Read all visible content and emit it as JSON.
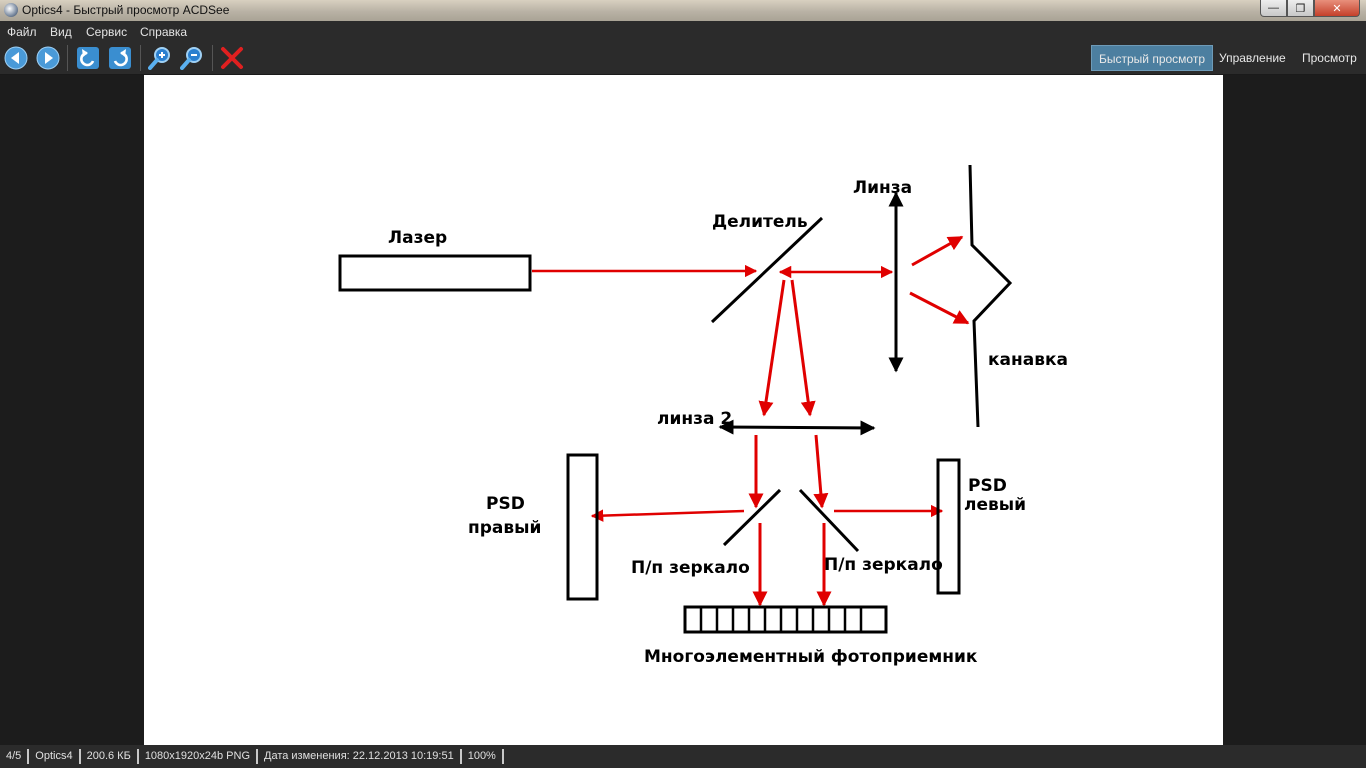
{
  "window": {
    "title": "Optics4 - Быстрый просмотр ACDSee",
    "minimize": "—",
    "maximize": "❐",
    "close": "✕"
  },
  "menu": {
    "file": "Файл",
    "view": "Вид",
    "service": "Сервис",
    "help": "Справка"
  },
  "toolbar": {
    "icons": [
      "prev-arrow",
      "next-arrow",
      "rotate-left",
      "rotate-right",
      "zoom-in",
      "zoom-out",
      "delete"
    ]
  },
  "modes": {
    "quick_view": "Быстрый просмотр",
    "manage": "Управление",
    "view": "Просмотр"
  },
  "diagram": {
    "laser": "Лазер",
    "splitter": "Делитель",
    "lens": "Линза",
    "groove": "канавка",
    "lens2": "линза 2",
    "psd_right_1": "PSD",
    "psd_right_2": "правый",
    "psd_left_1": "PSD",
    "psd_left_2": "левый",
    "mirror_left": "П/п зеркало",
    "mirror_right": "П/п зеркало",
    "detector": "Многоэлементный фотоприемник"
  },
  "status": {
    "index": "4/5",
    "name": "Optics4",
    "size": "200.6 КБ",
    "format": "1080x1920x24b PNG",
    "modified": "Дата изменения: 22.12.2013 10:19:51",
    "zoom": "100%"
  },
  "colors": {
    "beam": "#e00000",
    "active_tab": "#4c7fa0",
    "chrome": "#2b2b2b"
  }
}
